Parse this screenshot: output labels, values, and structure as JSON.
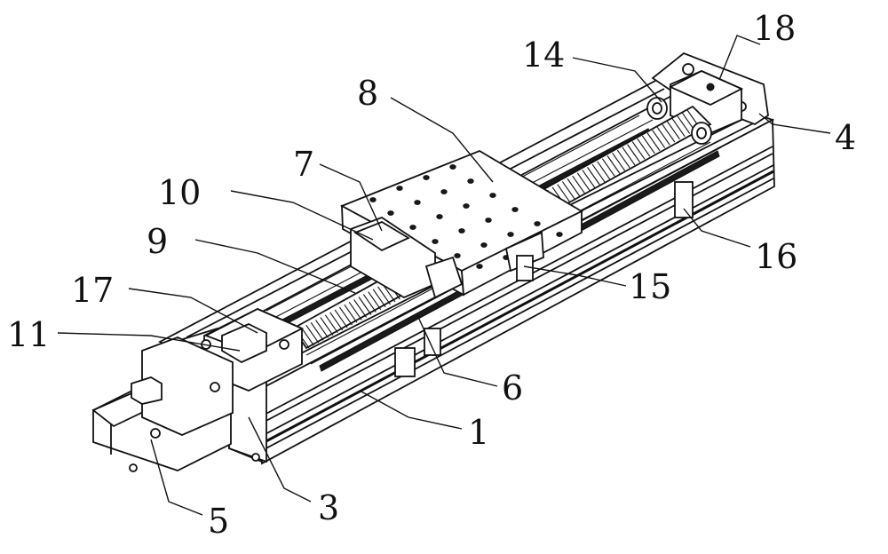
{
  "labels": {
    "l1": "1",
    "l3": "3",
    "l4": "4",
    "l5": "5",
    "l6": "6",
    "l7": "7",
    "l8": "8",
    "l9": "9",
    "l10": "10",
    "l11": "11",
    "l14": "14",
    "l15": "15",
    "l16": "16",
    "l17": "17",
    "l18": "18"
  }
}
